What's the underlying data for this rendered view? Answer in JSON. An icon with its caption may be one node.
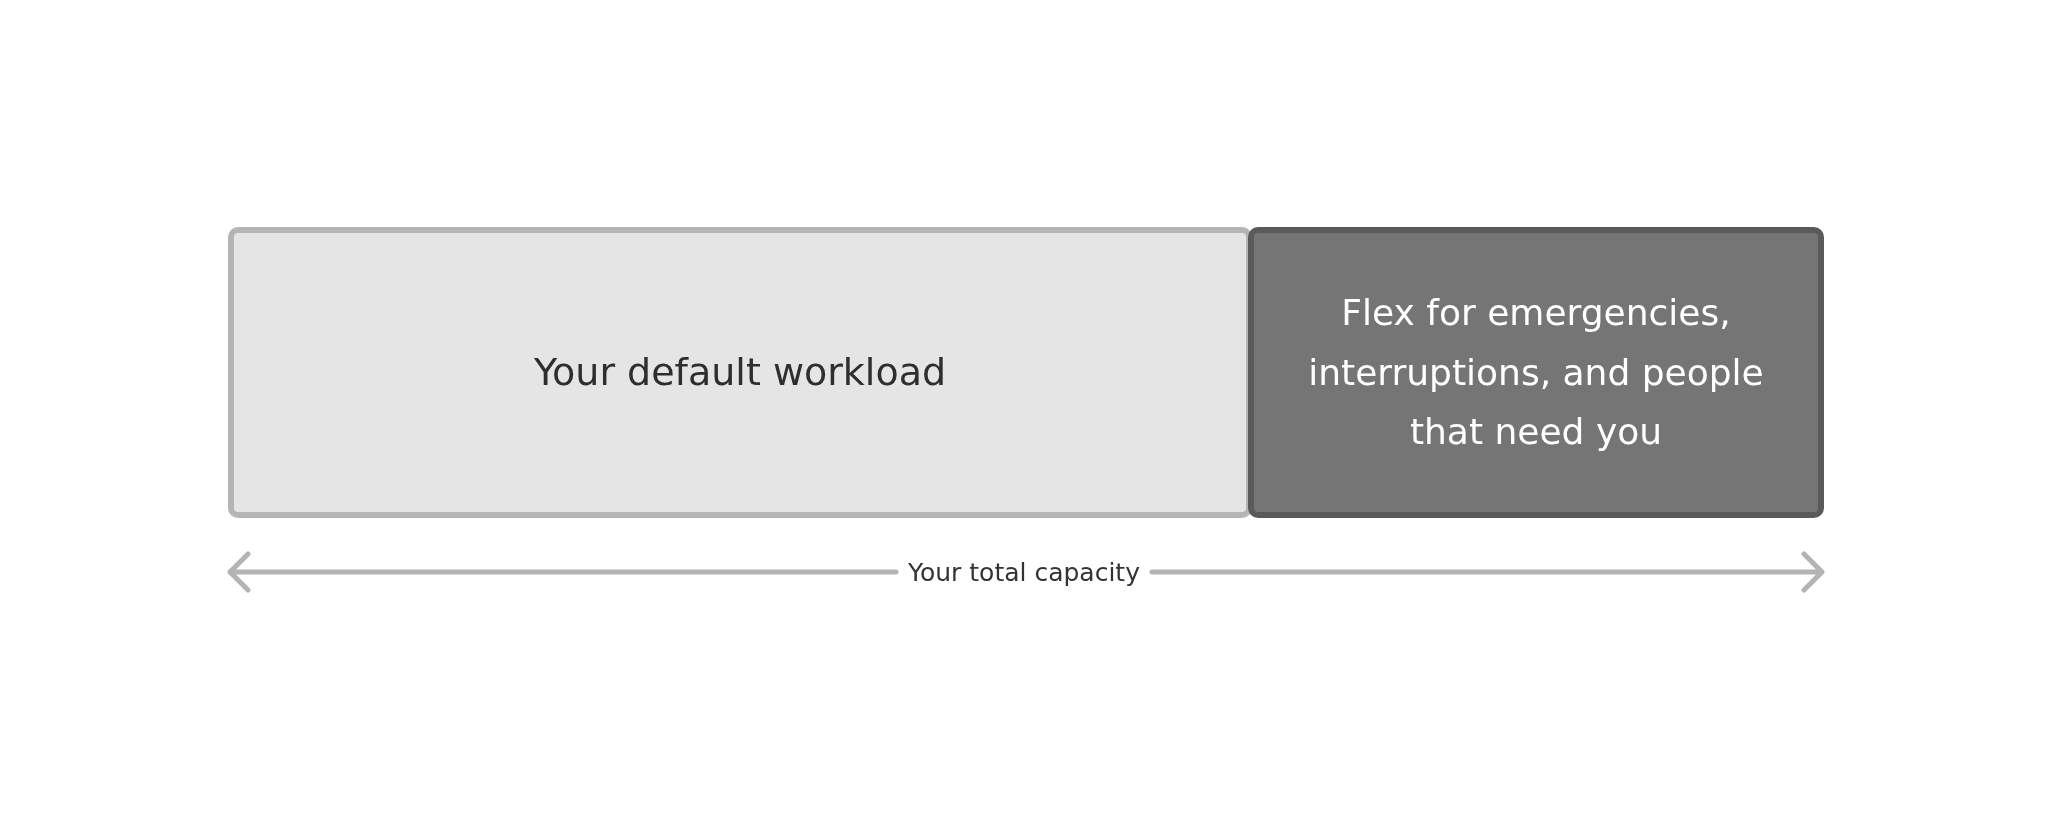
{
  "diagram": {
    "nodes": [
      {
        "text": [
          "Your default workload"
        ]
      },
      {
        "text": [
          "Flex for emergencies, interruptions, and people that need you"
        ]
      }
    ],
    "labels": [
      "Your total capacity"
    ]
  }
}
